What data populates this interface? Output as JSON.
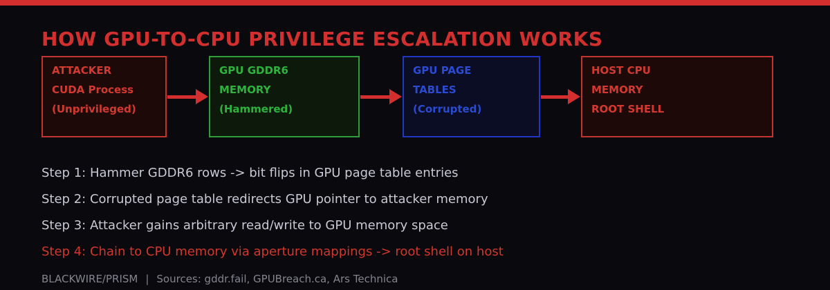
{
  "header": {
    "title": "HOW GPU-TO-CPU PRIVILEGE ESCALATION WORKS",
    "accent_color": "#d32f2f",
    "background_color": "#0a0a0e"
  },
  "flow": {
    "arrow_color": "#d32f2f",
    "boxes": [
      {
        "id": "attacker-cuda-process",
        "lines": [
          "ATTACKER",
          "CUDA Process",
          "(Unprivileged)"
        ],
        "text_color": "#d4392f",
        "border_color": "#c23430",
        "bg_color": "#1e0909"
      },
      {
        "id": "gpu-gddr6-memory",
        "lines": [
          "GPU GDDR6",
          "MEMORY",
          "(Hammered)"
        ],
        "text_color": "#2db33c",
        "border_color": "#2f9e3c",
        "bg_color": "#0c190b"
      },
      {
        "id": "gpu-page-tables",
        "lines": [
          "GPU PAGE",
          "TABLES",
          "(Corrupted)"
        ],
        "text_color": "#2b4bd3",
        "border_color": "#2338c2",
        "bg_color": "#0a0d23"
      },
      {
        "id": "host-cpu-memory",
        "lines": [
          "HOST CPU",
          "MEMORY",
          "ROOT SHELL"
        ],
        "text_color": "#d4392f",
        "border_color": "#c23430",
        "bg_color": "#1e0909"
      }
    ]
  },
  "steps": [
    {
      "label": "Step 1: Hammer GDDR6 rows -> bit flips in GPU page table entries",
      "highlight": false
    },
    {
      "label": "Step 2: Corrupted page table redirects GPU pointer to attacker memory",
      "highlight": false
    },
    {
      "label": "Step 3: Attacker gains arbitrary read/write to GPU memory space",
      "highlight": false
    },
    {
      "label": "Step 4: Chain to CPU memory via aperture mappings -> root shell on host",
      "highlight": true,
      "highlight_color": "#d3362b"
    }
  ],
  "footer": {
    "brand": "BLACKWIRE/PRISM",
    "separator": "|",
    "sources": "Sources: gddr.fail, GPUBreach.ca, Ars Technica"
  }
}
